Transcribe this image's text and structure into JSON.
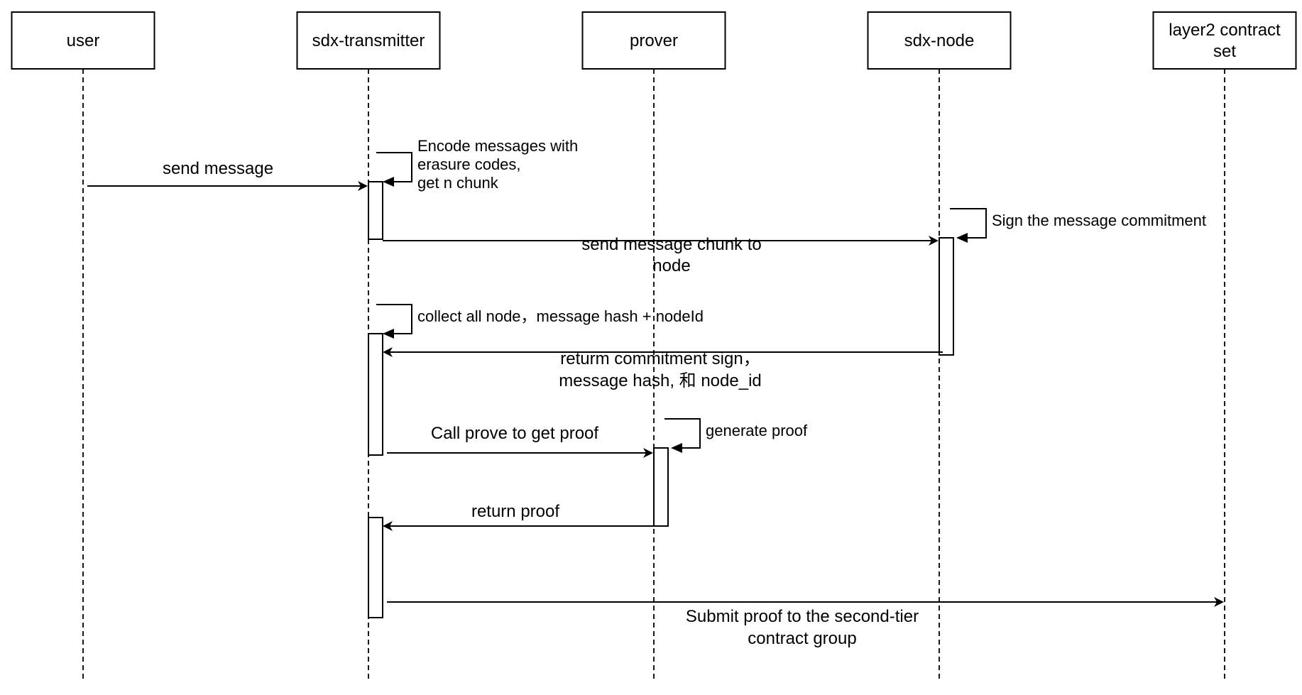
{
  "participants": [
    {
      "id": "user",
      "lines": [
        "user"
      ]
    },
    {
      "id": "sdx-transmitter",
      "lines": [
        "sdx-transmitter"
      ]
    },
    {
      "id": "prover",
      "lines": [
        "prover"
      ]
    },
    {
      "id": "sdx-node",
      "lines": [
        "sdx-node"
      ]
    },
    {
      "id": "layer2-contract-set",
      "lines": [
        "layer2 contract",
        "set"
      ]
    }
  ],
  "messages": [
    {
      "id": "send-message",
      "from": "user",
      "to": "sdx-transmitter",
      "lines": [
        "send message"
      ]
    },
    {
      "id": "send-message-chunk",
      "from": "sdx-transmitter",
      "to": "sdx-node",
      "lines": [
        "send message chunk to",
        "node"
      ]
    },
    {
      "id": "return-commitment",
      "from": "sdx-node",
      "to": "sdx-transmitter",
      "lines": [
        "returm commitment sign，",
        "message hash, 和 node_id"
      ]
    },
    {
      "id": "call-prove",
      "from": "sdx-transmitter",
      "to": "prover",
      "lines": [
        "Call prove to get proof"
      ]
    },
    {
      "id": "return-proof",
      "from": "prover",
      "to": "sdx-transmitter",
      "lines": [
        "return proof"
      ]
    },
    {
      "id": "submit-proof",
      "from": "sdx-transmitter",
      "to": "layer2-contract-set",
      "lines": [
        "Submit proof to the second-tier",
        "contract group"
      ]
    }
  ],
  "self_calls": [
    {
      "id": "encode",
      "participant": "sdx-transmitter",
      "lines": [
        "Encode messages with",
        "erasure codes,",
        "get n chunk"
      ]
    },
    {
      "id": "sign",
      "participant": "sdx-node",
      "lines": [
        "Sign the message commitment"
      ]
    },
    {
      "id": "collect",
      "participant": "sdx-transmitter",
      "lines": [
        "collect all node，message hash + nodeId"
      ]
    },
    {
      "id": "generate",
      "participant": "prover",
      "lines": [
        "generate proof"
      ]
    }
  ],
  "colors": {
    "line": "#000000",
    "box_fill": "#ffffff"
  }
}
